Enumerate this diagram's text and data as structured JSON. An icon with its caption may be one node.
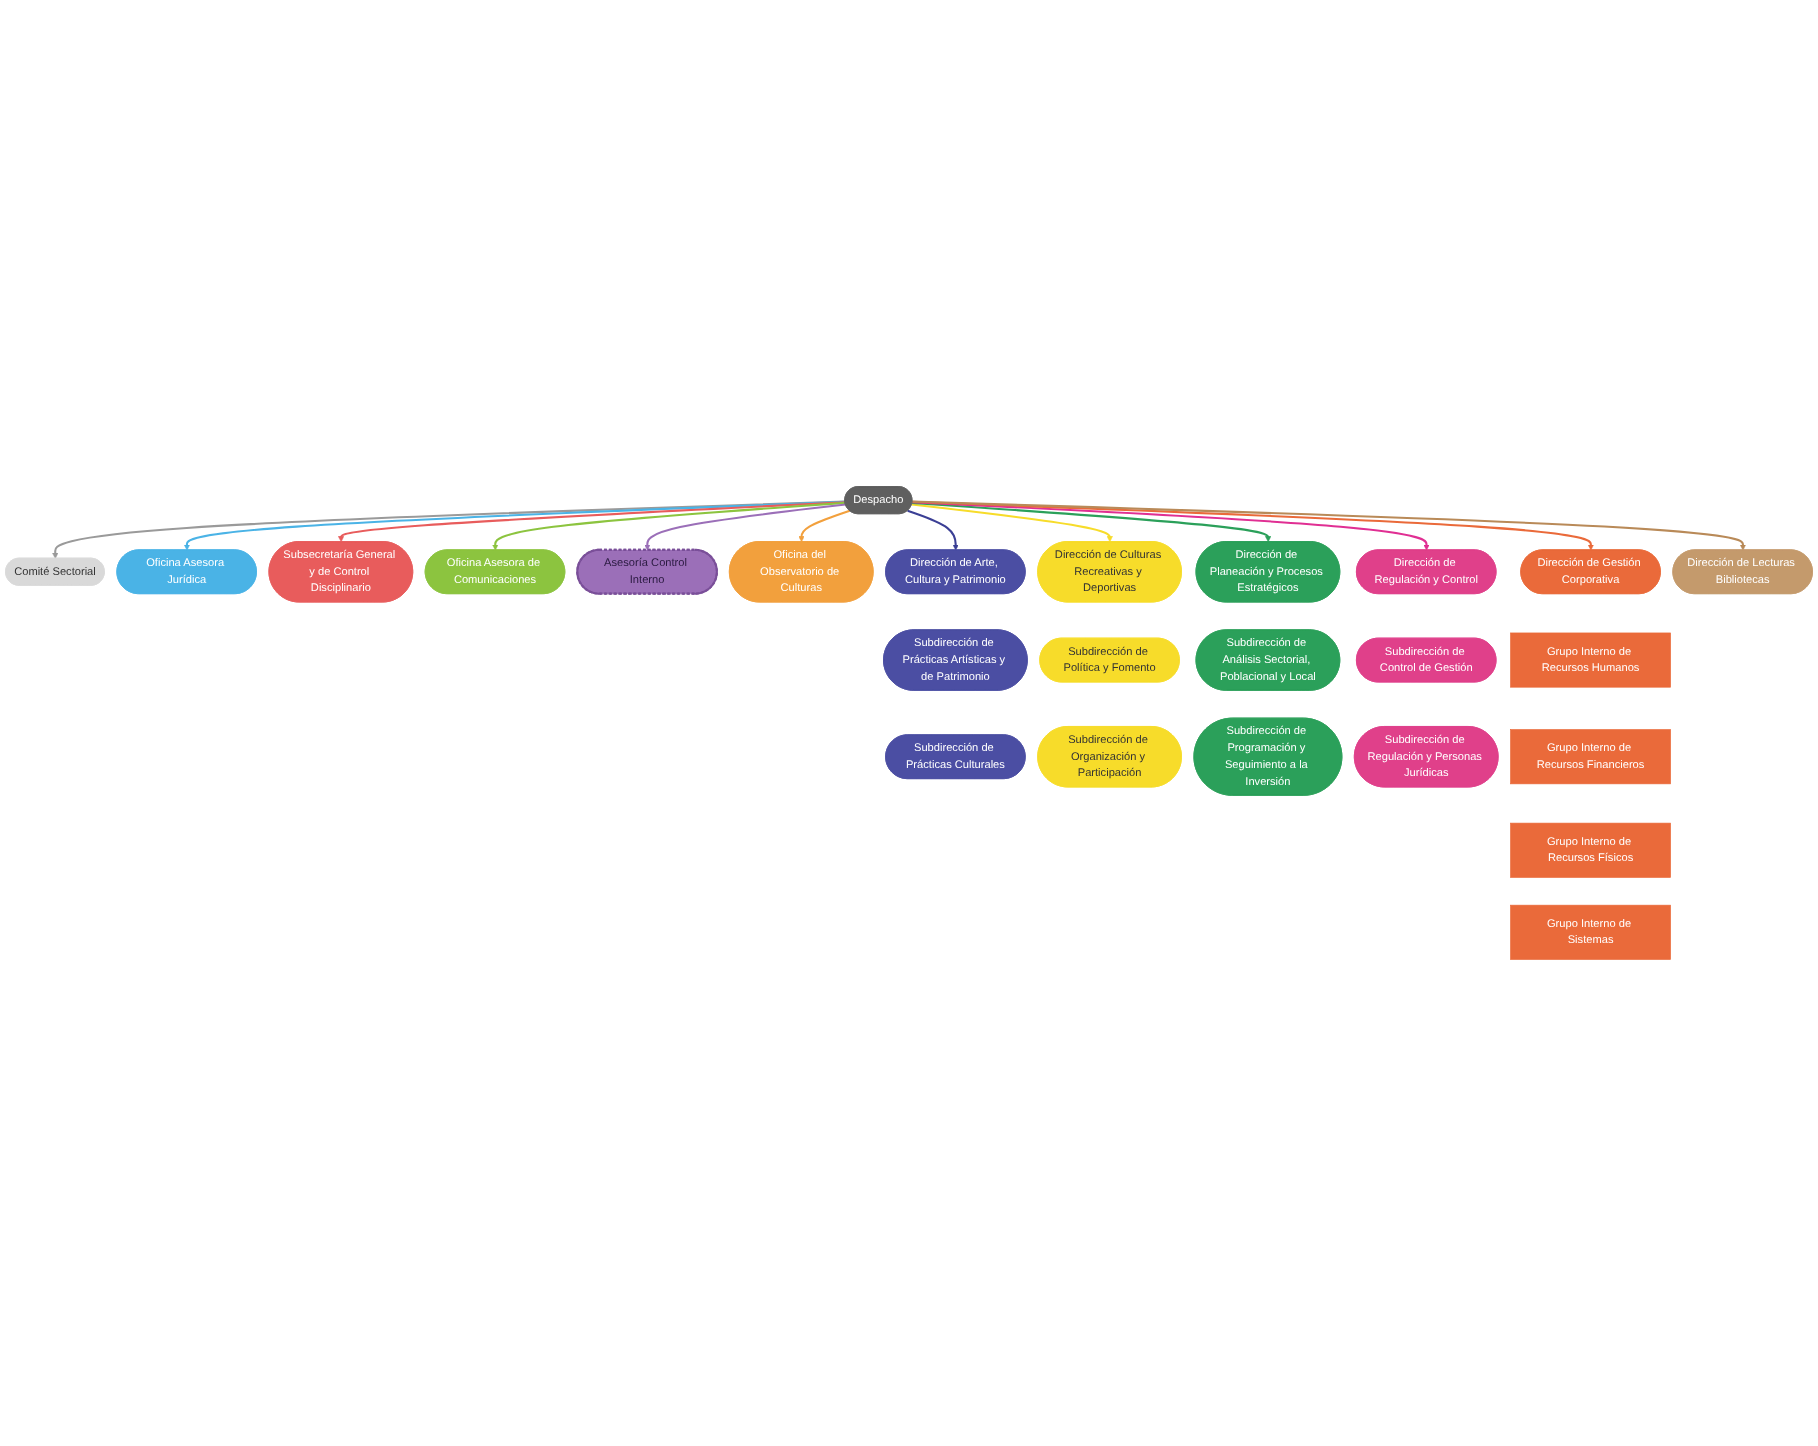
{
  "diagram": {
    "nodes": [
      {
        "text": [
          "Despacho"
        ]
      },
      {
        "text": [
          "Comité Sectorial"
        ]
      },
      {
        "text": [
          "Oficina Asesora Jurídica"
        ]
      },
      {
        "text": [
          "Subsecretaría General y de Control Disciplinario"
        ]
      },
      {
        "text": [
          "Oficina Asesora de Comunicaciones"
        ]
      },
      {
        "text": [
          "Asesoría Control Interno"
        ]
      },
      {
        "text": [
          "Oficina del Observatorio de Culturas"
        ]
      },
      {
        "text": [
          "Dirección de Arte, Cultura y Patrimonio"
        ]
      },
      {
        "text": [
          "Dirección de Culturas Recreativas y Deportivas"
        ]
      },
      {
        "text": [
          "Dirección de Planeación y Procesos Estratégicos"
        ]
      },
      {
        "text": [
          "Dirección de Regulación y Control"
        ]
      },
      {
        "text": [
          "Dirección de Gestión Corporativa"
        ]
      },
      {
        "text": [
          "Dirección de Lecturas Bibliotecas"
        ]
      },
      {
        "text": [
          "Subdirección de Prácticas Artísticas y de Patrimonio"
        ]
      },
      {
        "text": [
          "Subdirección de Política y Fomento"
        ]
      },
      {
        "text": [
          "Subdirección de Análisis Sectorial, Poblacional y Local"
        ]
      },
      {
        "text": [
          "Subdirección de Control de Gestión"
        ]
      },
      {
        "text": [
          "Grupo Interno de Recursos Humanos"
        ]
      },
      {
        "text": [
          "Subdirección de Prácticas Culturales"
        ]
      },
      {
        "text": [
          "Subdirección de Organización y Participación"
        ]
      },
      {
        "text": [
          "Subdirección de Programación y Seguimiento a la Inversión"
        ]
      },
      {
        "text": [
          "Subdirección de Regulación y Personas Jurídicas"
        ]
      },
      {
        "text": [
          "Grupo Interno de Recursos Financieros"
        ]
      },
      {
        "text": [
          "Grupo Interno de Recursos Físicos"
        ]
      },
      {
        "text": [
          "Grupo Interno de Sistemas"
        ]
      }
    ],
    "edges": [
      {
        "from": 0,
        "to": 1,
        "arrow": "to",
        "color": "#9a9a9a"
      },
      {
        "from": 0,
        "to": 2,
        "arrow": "to",
        "color": "#4ab3e6"
      },
      {
        "from": 0,
        "to": 3,
        "arrow": "to",
        "color": "#e85c5c"
      },
      {
        "from": 0,
        "to": 4,
        "arrow": "to",
        "color": "#8cc43f"
      },
      {
        "from": 0,
        "to": 5,
        "arrow": "to",
        "color": "#9b6fb8"
      },
      {
        "from": 0,
        "to": 6,
        "arrow": "to",
        "color": "#f2a03d"
      },
      {
        "from": 0,
        "to": 7,
        "arrow": "to",
        "color": "#3b3f95"
      },
      {
        "from": 0,
        "to": 8,
        "arrow": "to",
        "color": "#f7dc2a"
      },
      {
        "from": 0,
        "to": 9,
        "arrow": "to",
        "color": "#2ba05a"
      },
      {
        "from": 0,
        "to": 10,
        "arrow": "to",
        "color": "#e02f93"
      },
      {
        "from": 0,
        "to": 11,
        "arrow": "to",
        "color": "#ea6a3a"
      },
      {
        "from": 0,
        "to": 12,
        "arrow": "to",
        "color": "#b98a58"
      }
    ]
  }
}
